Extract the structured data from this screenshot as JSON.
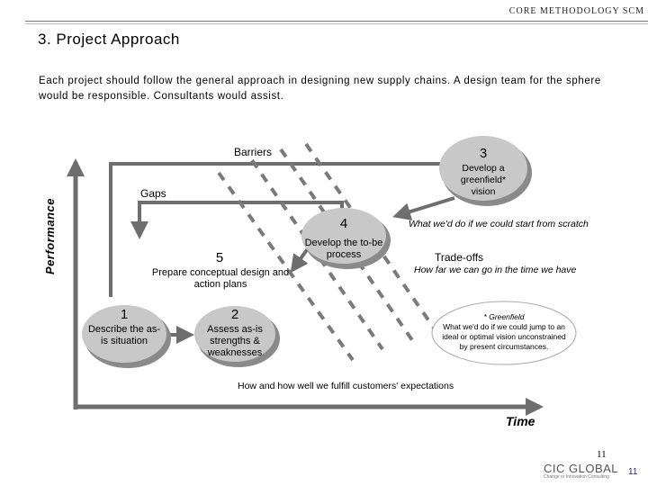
{
  "header": {
    "label": "CORE METHODOLOGY SCM"
  },
  "title": "3. Project Approach",
  "intro": "Each project should follow the general approach in designing new supply chains. A design team for the sphere would be responsible. Consultants would assist.",
  "axes": {
    "y_label": "Performance",
    "x_label": "Time"
  },
  "steps": [
    {
      "number": "1",
      "label": "Describe the as-is situation"
    },
    {
      "number": "2",
      "label": "Assess as-is strengths & weaknesses"
    },
    {
      "number": "3",
      "label": "Develop a greenfield* vision"
    },
    {
      "number": "4",
      "label": "Develop the to-be process"
    },
    {
      "number": "5",
      "label": "Prepare conceptual design and action plans"
    }
  ],
  "labels": {
    "barriers": "Barriers",
    "gaps": "Gaps",
    "start_from_scratch": "What we'd do if we could start from scratch",
    "tradeoffs_title": "Trade-offs",
    "tradeoffs_text": "How far we can go in the time we have",
    "customers": "How and how well we fulfill customers' expectations"
  },
  "footnote": {
    "title": "* Greenfield",
    "text": "What we'd do if we could jump to an ideal or optimal vision unconstrained by present circumstances."
  },
  "footer": {
    "page_number": "11",
    "logo_text": "CIC GLOBAL",
    "logo_subtext": "Change or Innovation Consulting",
    "page_number_right": "11"
  },
  "colors": {
    "ellipse_fill": "#c8c8c8",
    "ellipse_shadow": "#8a8a8a",
    "dash": "#7a7a7a",
    "axis": "#6e6e6e",
    "logo_blue": "#1f2a7a"
  }
}
